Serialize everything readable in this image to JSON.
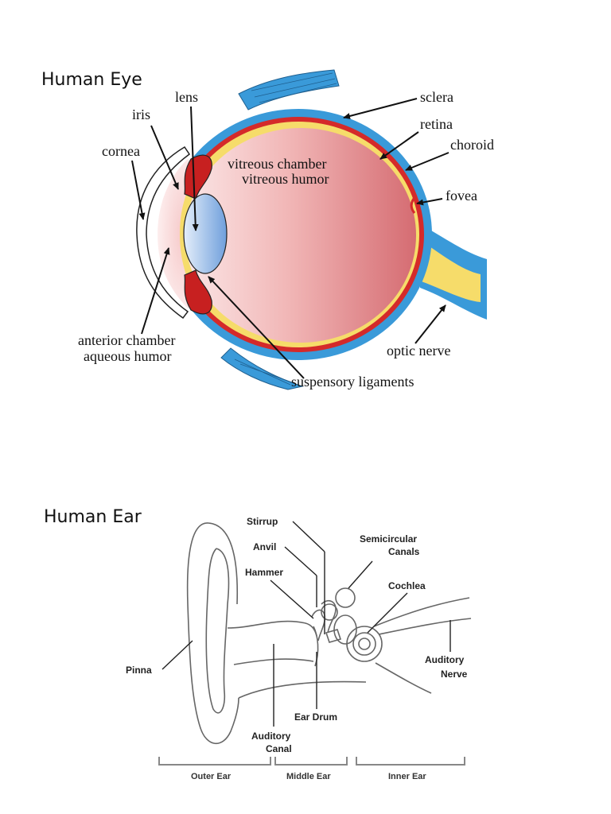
{
  "eye": {
    "title": "Human Eye",
    "labels": {
      "lens": "lens",
      "iris": "iris",
      "cornea": "cornea",
      "sclera": "sclera",
      "retina": "retina",
      "choroid": "choroid",
      "vitreous_1": "vitreous chamber",
      "vitreous_2": "vitreous humor",
      "fovea": "fovea",
      "optic_nerve": "optic nerve",
      "anterior_1": "anterior chamber",
      "anterior_2": "aqueous humor",
      "suspensory": "suspensory ligaments"
    }
  },
  "ear": {
    "title": "Human Ear",
    "labels": {
      "stirrup": "Stirrup",
      "anvil": "Anvil",
      "hammer": "Hammer",
      "semicircular_1": "Semicircular",
      "semicircular_2": "Canals",
      "cochlea": "Cochlea",
      "pinna": "Pinna",
      "auditory_nerve_1": "Auditory",
      "auditory_nerve_2": "Nerve",
      "ear_drum": "Ear Drum",
      "auditory_canal_1": "Auditory",
      "auditory_canal_2": "Canal"
    },
    "regions": {
      "outer": "Outer Ear",
      "middle": "Middle Ear",
      "inner": "Inner Ear"
    }
  },
  "colors": {
    "sclera": "#3a9ad9",
    "retina": "#d42a2a",
    "choroid_yellow": "#f6dc6a",
    "vitreous_light": "#fbe3e3",
    "vitreous_dark": "#d86f75",
    "lens": "#8fb6e6",
    "ear_line": "#666666"
  }
}
